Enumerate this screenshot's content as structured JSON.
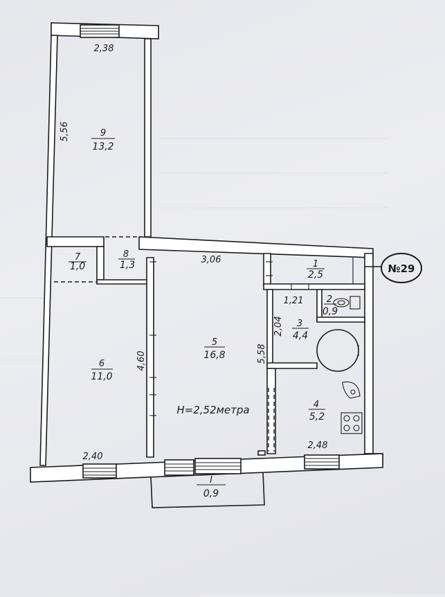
{
  "plan_number": "№29",
  "ceiling_height": "H=2,52метра",
  "rooms": [
    {
      "num": "1",
      "area": "2,5"
    },
    {
      "num": "2",
      "area": "0,9"
    },
    {
      "num": "3",
      "area": "4,4"
    },
    {
      "num": "4",
      "area": "5,2"
    },
    {
      "num": "5",
      "area": "16,8"
    },
    {
      "num": "6",
      "area": "11,0"
    },
    {
      "num": "7",
      "area": "1,0"
    },
    {
      "num": "8",
      "area": "1,3"
    },
    {
      "num": "9",
      "area": "13,2"
    },
    {
      "num": "I",
      "area": "0,9"
    }
  ],
  "dimensions": {
    "top_width": "2,38",
    "balcony_height": "5,56",
    "hall_width": "3,06",
    "room5_height_left": "4,60",
    "room5_height_right": "5,58",
    "bath_height": "2,04",
    "bath_width": "1,21",
    "room6_width": "2,40",
    "kitchen_width": "2,48"
  }
}
